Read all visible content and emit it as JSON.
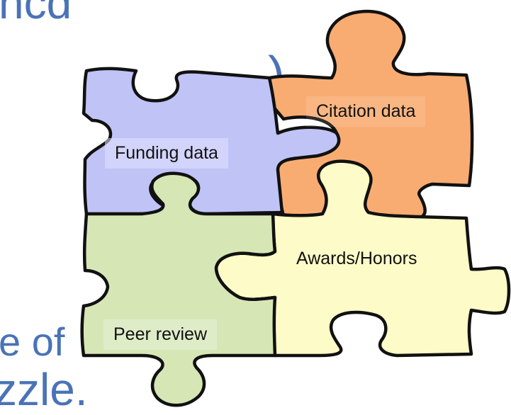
{
  "slide_fragments": {
    "top": "ncd",
    "paren": ")",
    "of": "e of",
    "zzle": "zzle."
  },
  "pieces": [
    {
      "name": "funding",
      "label": "Funding data",
      "color": "#c0c3f5"
    },
    {
      "name": "citation",
      "label": "Citation data",
      "color": "#f9ac72"
    },
    {
      "name": "awards",
      "label": "Awards/Honors",
      "color": "#fdfbc7"
    },
    {
      "name": "peer-review",
      "label": "Peer review",
      "color": "#d6e6b5"
    }
  ]
}
